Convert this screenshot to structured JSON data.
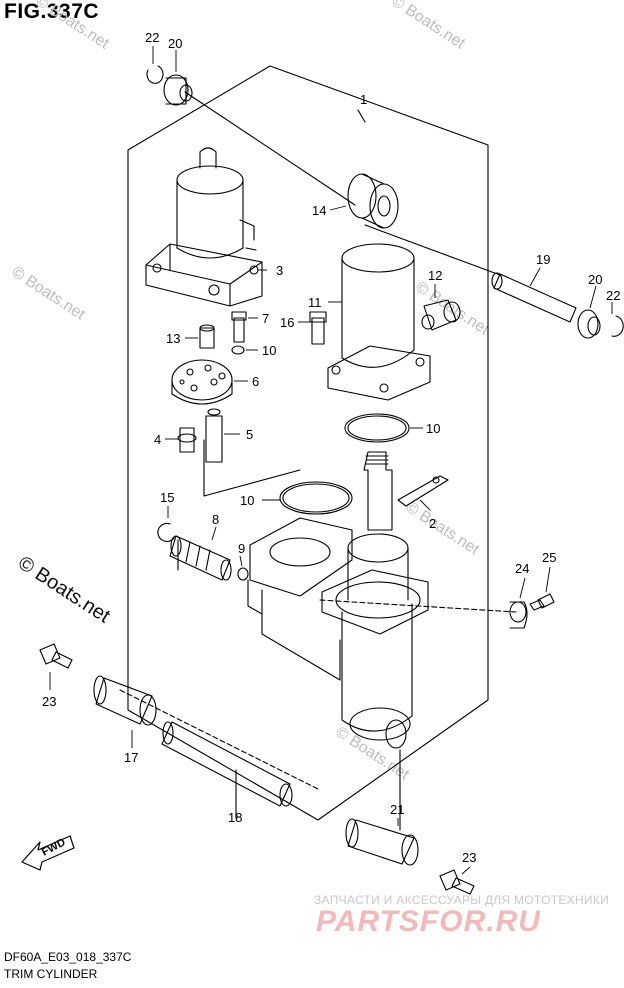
{
  "figure": {
    "title": "FIG.337C",
    "code": "DF60A_E03_018_337C",
    "caption": "TRIM CYLINDER"
  },
  "watermarks": {
    "small": "© Boats.net",
    "large": "© Boats.net",
    "shop_line1": "ЗАПЧАСТИ И АКСЕССУАРЫ ДЛЯ МОТОТЕХНИКИ",
    "shop_line2": "PARTSFOR.RU"
  },
  "fwd_label": "FWD",
  "callouts": {
    "c1": "1",
    "c2": "2",
    "c3": "3",
    "c4": "4",
    "c5": "5",
    "c6": "6",
    "c7": "7",
    "c8": "8",
    "c9": "9",
    "c10a": "10",
    "c10b": "10",
    "c10c": "10",
    "c11": "11",
    "c12": "12",
    "c13": "13",
    "c14": "14",
    "c15": "15",
    "c16": "16",
    "c17": "17",
    "c18": "18",
    "c19": "19",
    "c20a": "20",
    "c20b": "20",
    "c21": "21",
    "c22a": "22",
    "c22b": "22",
    "c23a": "23",
    "c23b": "23",
    "c24": "24",
    "c25": "25"
  }
}
